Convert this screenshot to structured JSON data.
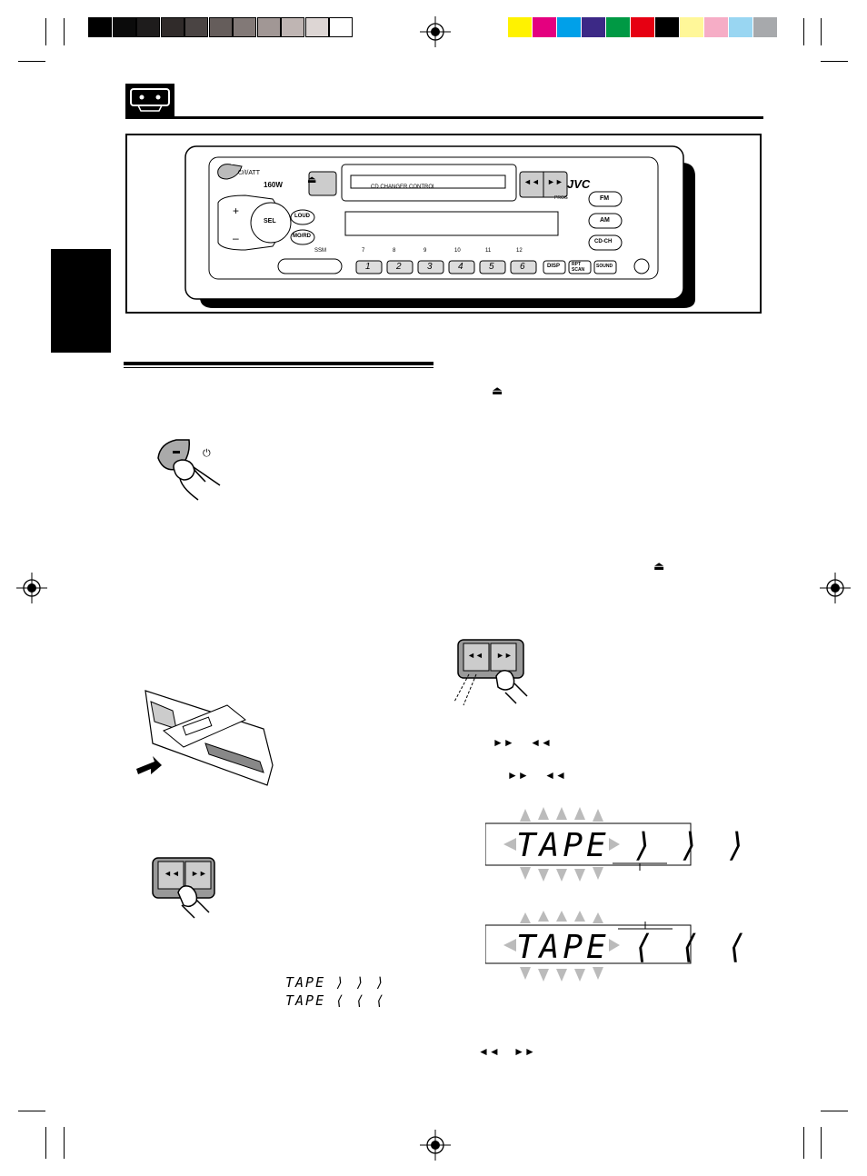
{
  "print_marks": {
    "gray_swatches": [
      "#000000",
      "#0b0b0b",
      "#1e1c1c",
      "#302b2a",
      "#4a4443",
      "#655d5b",
      "#827977",
      "#a19795",
      "#bfb5b3",
      "#ddd6d4",
      "#ffffff"
    ],
    "color_swatches": [
      "#fff200",
      "#e4007f",
      "#00a0e9",
      "#3c2986",
      "#009944",
      "#e60012",
      "#000000",
      "#fff799",
      "#f6adc6",
      "#99d6f2",
      "#a7a9ac"
    ]
  },
  "unit": {
    "brand": "JVC",
    "power_label": "⏻/I/ATT",
    "watt_label": "160W",
    "plus_label": "+",
    "minus_label": "–",
    "sel_label": "SEL",
    "loud_label": "LOUD",
    "mono_label": "MO/RD",
    "slot_label": "CD CHANGER CONTROL",
    "ssm_label": "SSM",
    "upper_presets": [
      "7",
      "8",
      "9",
      "10",
      "11",
      "12"
    ],
    "presets": [
      "1",
      "2",
      "3",
      "4",
      "5",
      "6"
    ],
    "disp_label": "DISP",
    "rpt_label": "RPT SCAN",
    "sound_label": "SOUND",
    "fm_label": "FM",
    "am_label": "AM",
    "cd_label": "CD-CH",
    "prog_label": "PROG"
  },
  "figures": {
    "power_symbol": "⏻",
    "eject_symbol_1": "⏏",
    "eject_symbol_2": "⏏",
    "ff_symbol_a": "►► ◄◄",
    "ff_symbol_b": "►► ◄◄",
    "bottom_symbols": "◄◄ ►►",
    "tape_display_1": "TAPE ⟩ ⟩ ⟩",
    "tape_display_2": "TAPE ⟨ ⟨ ⟨",
    "lcd_1": "TAPE ⟩ ⟩ ⟩",
    "lcd_2": "TAPE ⟨ ⟨ ⟨"
  }
}
